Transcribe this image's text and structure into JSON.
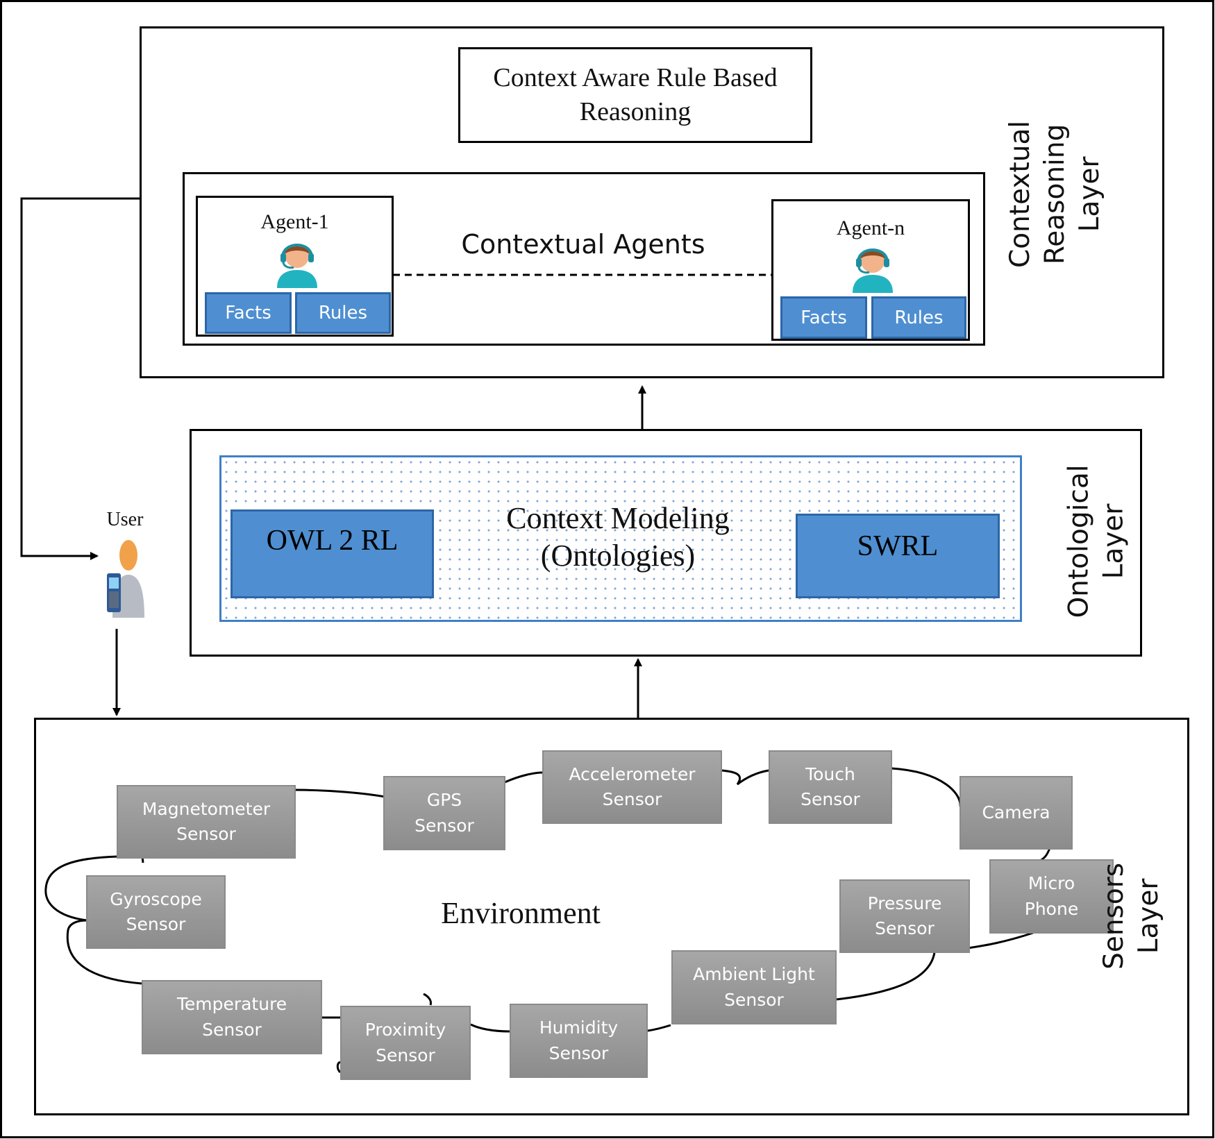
{
  "colors": {
    "agent_box_fill": "#4f8fd1",
    "sensor_fill": "#999999",
    "ontology_dots": "#7fa6d6"
  },
  "reasoning_layer": {
    "label": "Contextual\nReasoning Layer",
    "reasoning_box": "Context Aware Rule Based\nReasoning",
    "agents_title": "Contextual Agents",
    "agent_1": {
      "name": "Agent-1",
      "facts": "Facts",
      "rules": "Rules",
      "icon": "support-agent-icon"
    },
    "agent_n": {
      "name": "Agent-n",
      "facts": "Facts",
      "rules": "Rules",
      "icon": "support-agent-icon"
    }
  },
  "ontological_layer": {
    "label": "Ontological\nLayer",
    "title": "Context Modeling\n(Ontologies)",
    "left_box": "OWL 2 RL",
    "right_box": "SWRL"
  },
  "user": {
    "label": "User",
    "icon": "user-with-phone-icon"
  },
  "sensors_layer": {
    "label": "Sensors Layer",
    "environment": "Environment",
    "sensors": {
      "magnetometer": "Magnetometer\nSensor",
      "gps": "GPS\nSensor",
      "accelerometer": "Accelerometer\nSensor",
      "touch": "Touch\nSensor",
      "camera": "Camera",
      "gyroscope": "Gyroscope\nSensor",
      "microphone": "Micro\nPhone",
      "pressure": "Pressure\nSensor",
      "ambient_light": "Ambient Light\nSensor",
      "temperature": "Temperature\nSensor",
      "proximity": "Proximity\nSensor",
      "humidity": "Humidity\nSensor"
    }
  }
}
